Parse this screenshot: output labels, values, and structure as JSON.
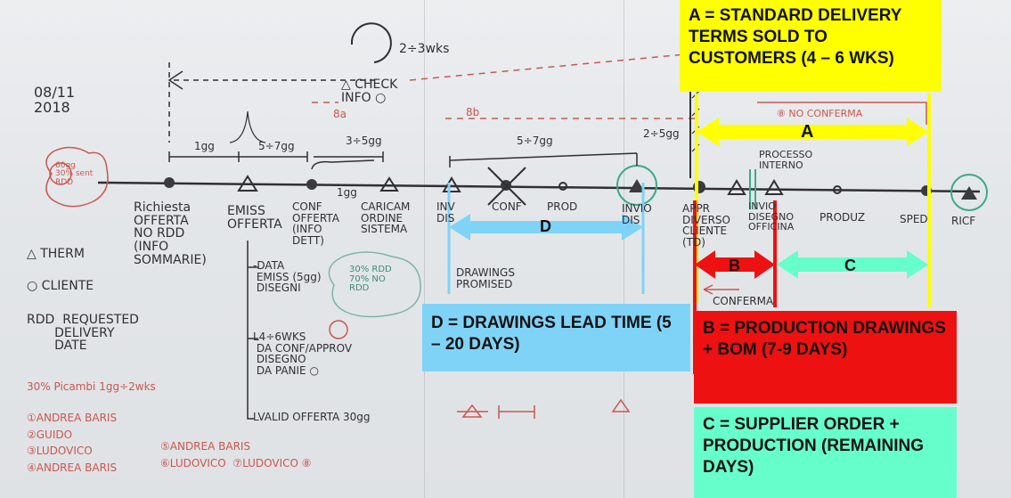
{
  "colors": {
    "yellow": "#ffff00",
    "blue": "#7fd3f7",
    "red": "#ee1111",
    "green": "#66ffcc",
    "marker_dark": "#2f2f35",
    "marker_red": "#c9574f"
  },
  "labels": {
    "a_text": "A = STANDARD DELIVERY TERMS SOLD TO CUSTOMERS (4 – 6 WKS)",
    "d_text": "D = DRAWINGS LEAD TIME (5 – 20 DAYS)",
    "b_text": "B = PRODUCTION DRAWINGS + BOM (7-9 DAYS)",
    "c_text": "C = SUPPLIER ORDER + PRODUCTION (REMAINING DAYS)"
  },
  "arrows": {
    "a": "A",
    "b": "B",
    "c": "C",
    "d": "D"
  },
  "whiteboard": {
    "date": "08/11\n2018",
    "check_info": "△ CHECK\nINFO ○",
    "weeks_2_3": "2÷3wks",
    "gg_1": "1gg",
    "gg_5_7_a": "5÷7gg",
    "gg_3_5": "3÷5gg",
    "gg_1b": "1gg",
    "gg_5_7_b": "5÷7gg",
    "gg_2_5": "2÷5gg",
    "richiesta": "Richiesta\nOFFERTA\nNO RDD\n(INFO\nSOMMARIE)",
    "emiss": "EMISS\nOFFERTA",
    "conf": "CONF\nOFFERTA\n(INFO\nDETT)",
    "caricam": "CARICAM\nORDINE\nSISTEMA",
    "inv": "INV\nDIS",
    "conf2": "CONF",
    "prod": "PROD",
    "invio": "INVIO\nDIS",
    "appr": "APPR\nDIVERSO\nCLIENTE\n(TD)",
    "invio_disegno": "INVIO\nDISEGNO\nOFFICINA",
    "processo": "PROCESSO\nINTERNO",
    "produz": "PRODUZ",
    "sped": "SPED",
    "ric": "RICF",
    "legend_therm": "△ THERM",
    "legend_cliente": "○ CLIENTE",
    "rdd": "RDD  REQUESTED\n       DELIVERY\n       DATE",
    "list_data": "-DATA\n EMISS (5gg)\n DISEGNI",
    "list_wks": "L4÷6WKS\n DA CONF/APPROV\n DISEGNO\n DA PANIE ○",
    "list_valid": "LVALID OFFERTA 30gg",
    "drawings_promised": "DRAWINGS\nPROMISED",
    "conferma": "CONFERMA",
    "pct_note": "30% Picambi 1gg÷2wks",
    "names_1": "①ANDREA BARIS\n②GUIDO\n③LUDOVICO\n④ANDREA BARIS",
    "names_2": "⑤ANDREA BARIS\n⑥LUDOVICO  ⑦LUDOVICO ⑧",
    "cloud_left": "60gg\n30% sent\nRDD",
    "cloud_mid": "30% RDD\n70% NO\nRDD",
    "no_conferma": "⑧ NO CONFERMA",
    "eight_a": "8a",
    "eight_b": "8b"
  }
}
